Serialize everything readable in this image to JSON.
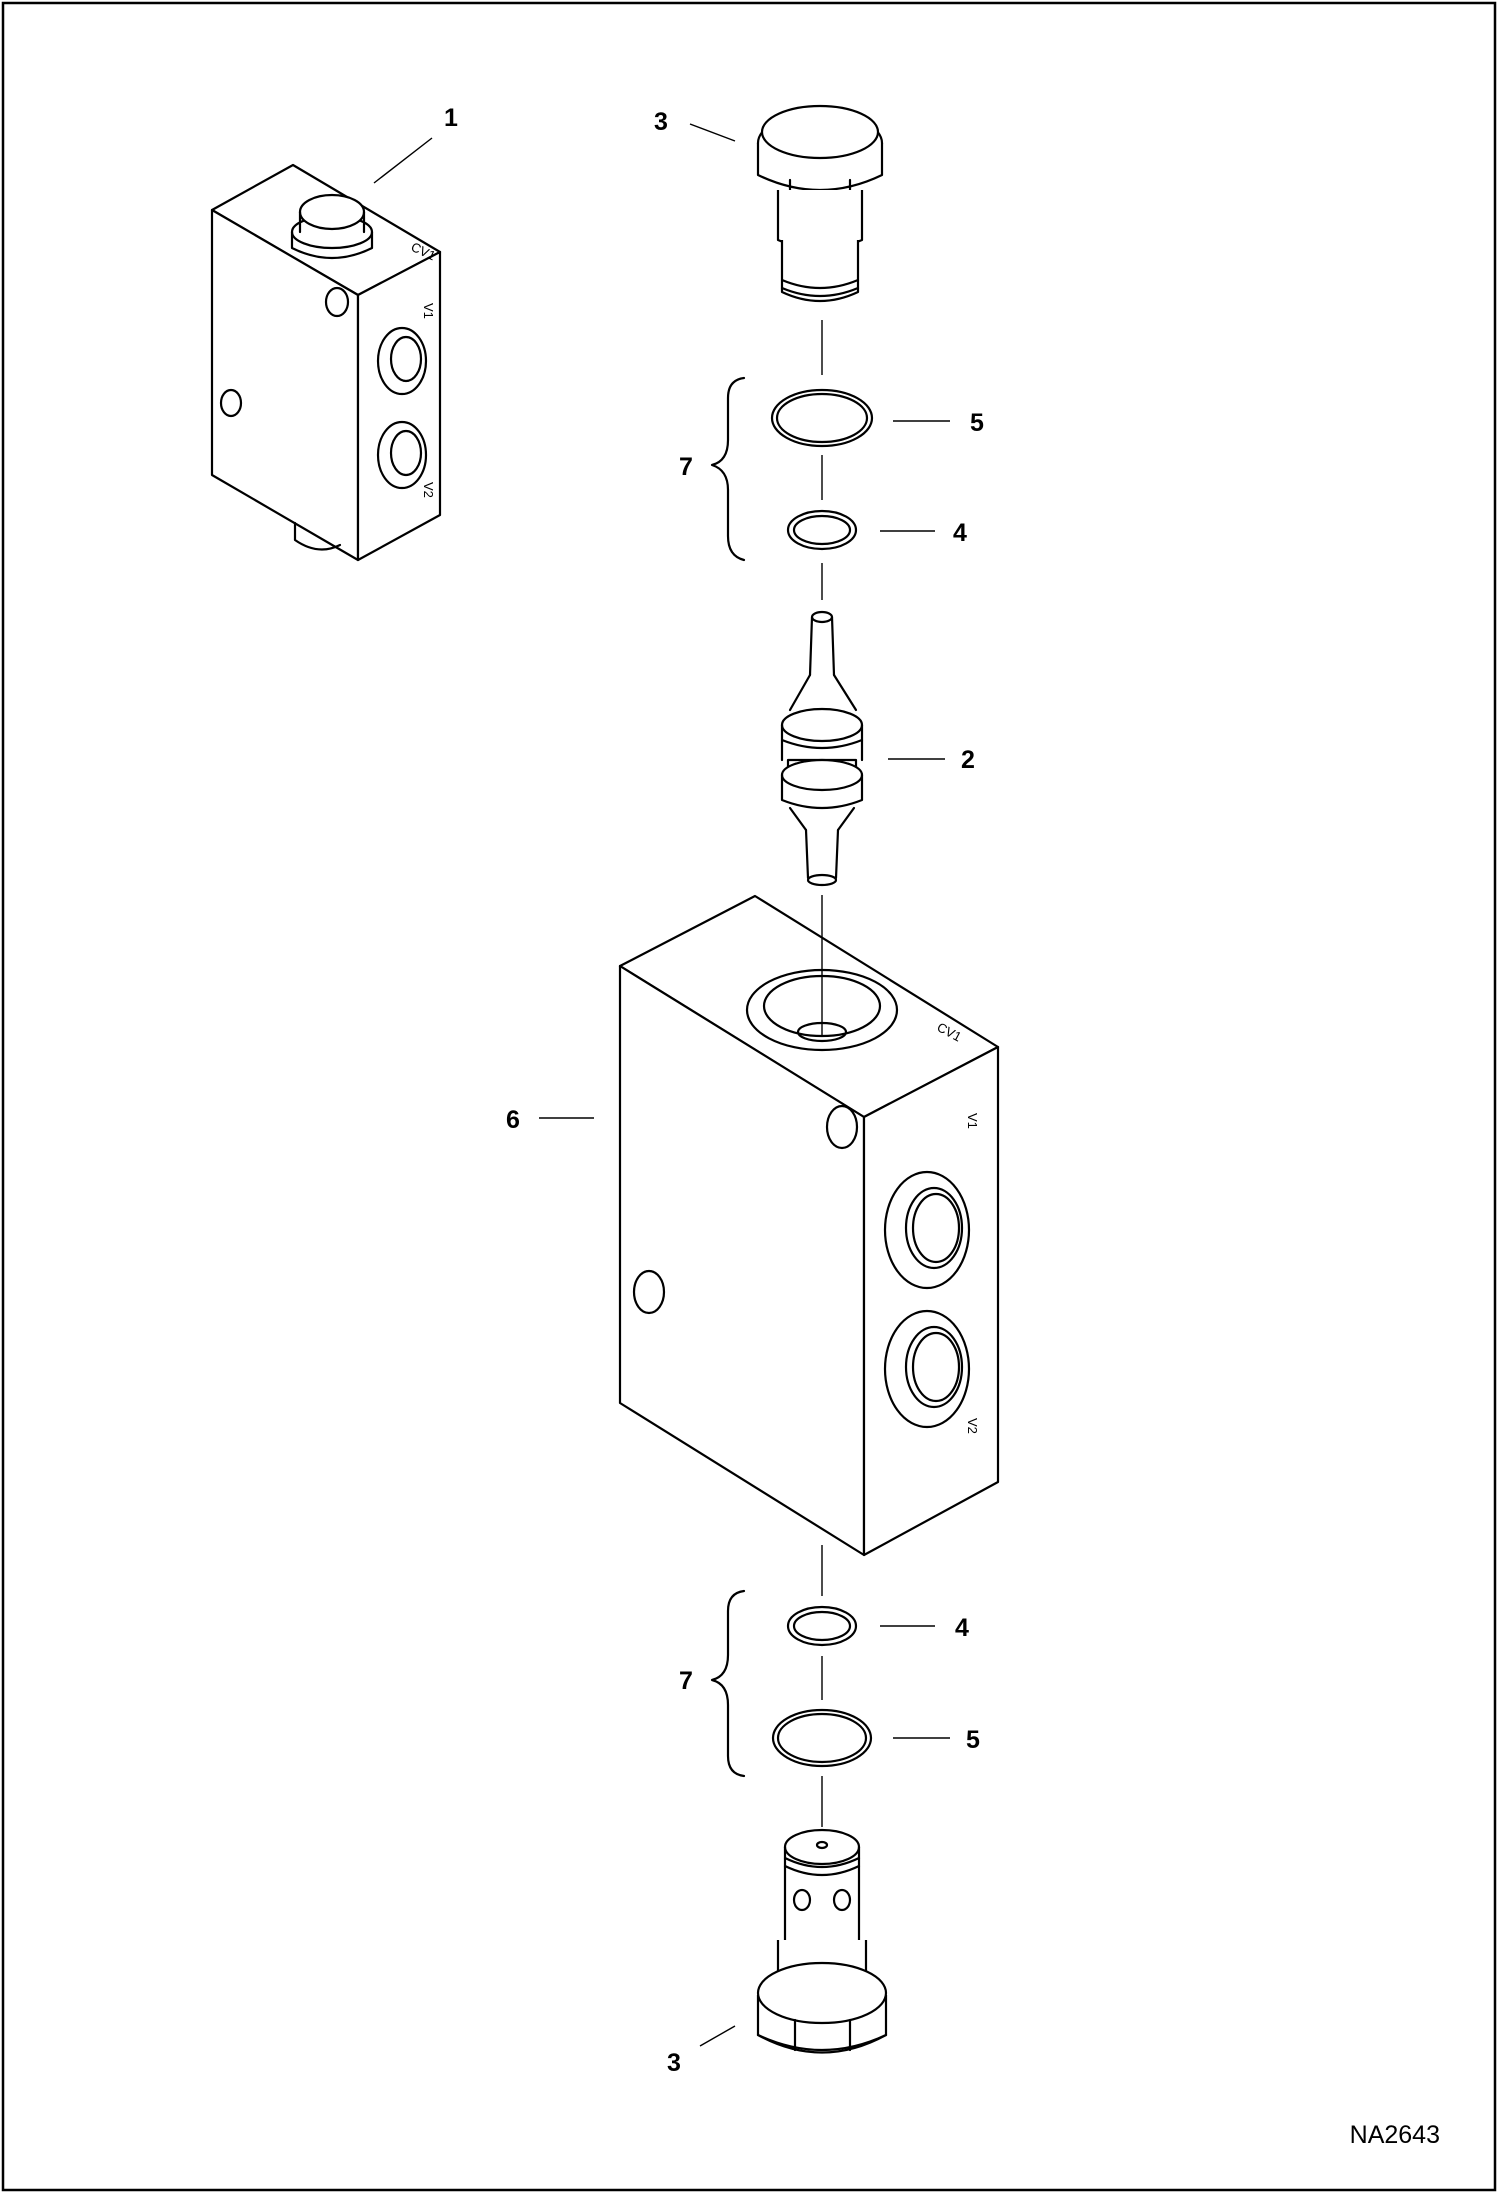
{
  "figure_id": "NA2643",
  "callouts": {
    "assembly": "1",
    "poppet": "2",
    "plug_top": "3",
    "plug_bottom": "3",
    "seal_ring_top": "4",
    "seal_ring_bottom": "4",
    "oring_top": "5",
    "oring_bottom": "5",
    "valve_body": "6",
    "seal_kit_top": "7",
    "seal_kit_bottom": "7"
  },
  "body_markings": {
    "small_top": "CV1",
    "small_port_1": "V1",
    "small_port_2": "V2",
    "large_top": "CV1",
    "large_port_1": "V1",
    "large_port_2": "V2"
  },
  "colors": {
    "line": "#000000",
    "background": "#ffffff"
  }
}
